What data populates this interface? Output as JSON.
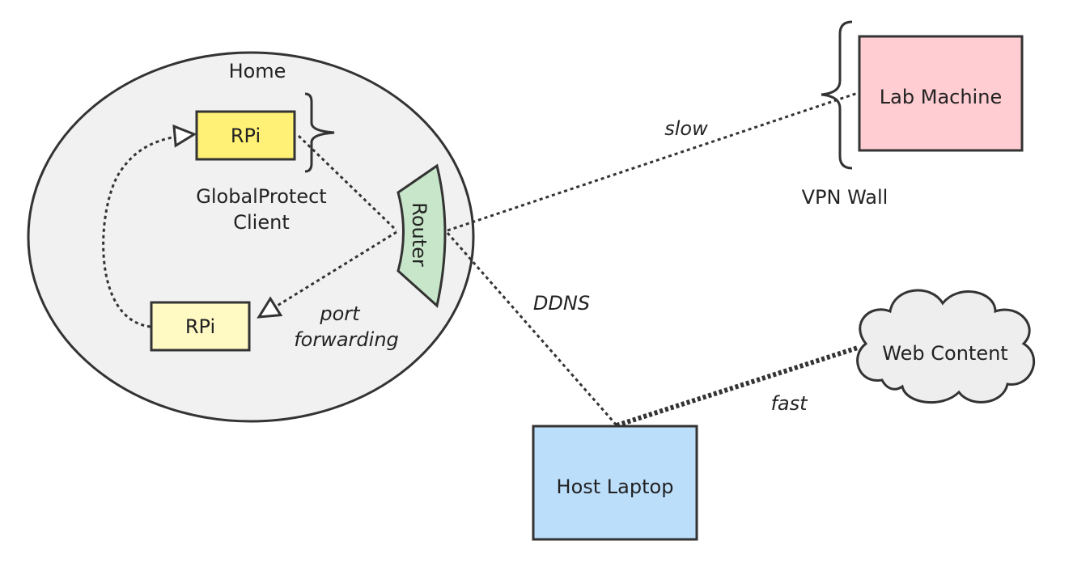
{
  "labels": {
    "home": "Home",
    "rpi_top": "RPi",
    "rpi_bottom": "RPi",
    "globalprotect_line1": "GlobalProtect",
    "globalprotect_line2": "Client",
    "router": "Router",
    "lab_machine": "Lab Machine",
    "vpn_wall": "VPN Wall",
    "host_laptop": "Host Laptop",
    "web_content": "Web Content",
    "edge_slow": "slow",
    "edge_ddns": "DDNS",
    "edge_fast": "fast",
    "edge_port_line1": "port",
    "edge_port_line2": "forwarding"
  },
  "colors": {
    "home_fill": "#f1f1f1",
    "rpi_top_fill": "#fff176",
    "rpi_bottom_fill": "#fff9c4",
    "router_fill": "#c8e6c9",
    "lab_fill": "#ffcdd2",
    "laptop_fill": "#bbdefb",
    "cloud_fill": "#eeeeee",
    "stroke": "#333333"
  }
}
